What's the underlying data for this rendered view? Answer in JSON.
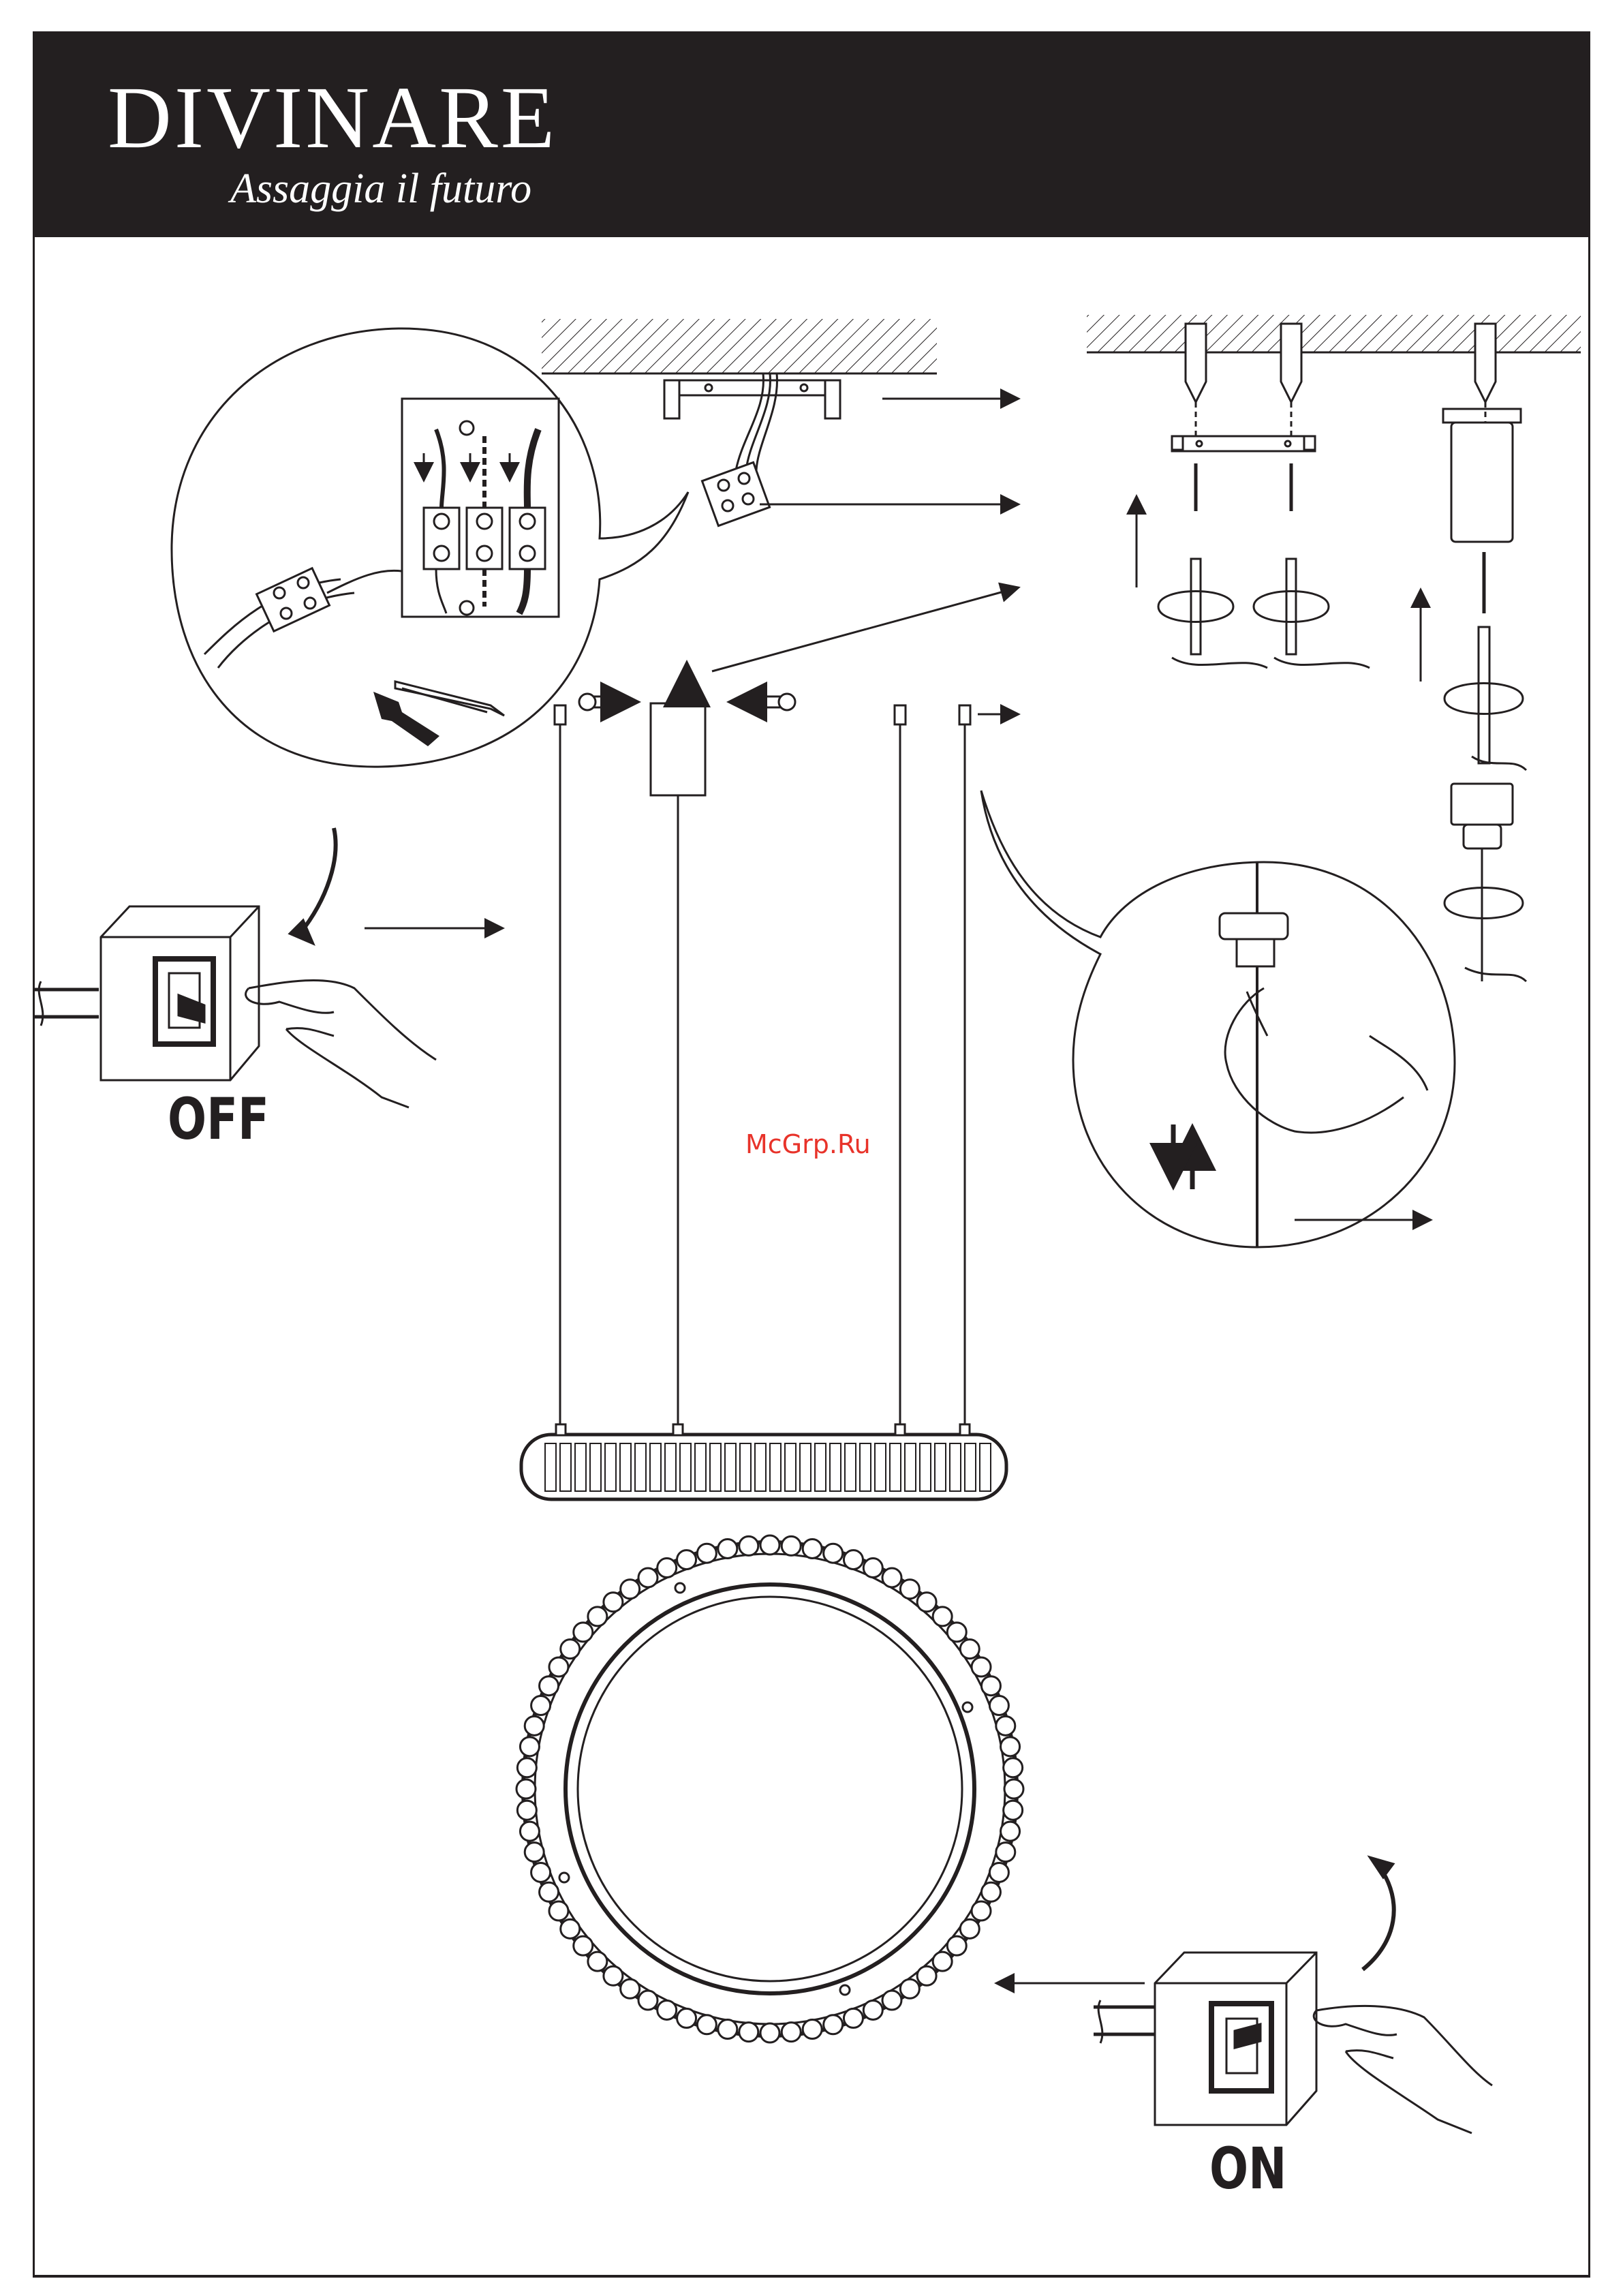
{
  "brand": {
    "name": "DIVINARE",
    "tagline": "Assaggia il futuro"
  },
  "labels": {
    "switch_off": "OFF",
    "switch_on": "ON"
  },
  "watermark": "McGrp.Ru",
  "colors": {
    "header_bg": "#231f20",
    "line": "#231f20",
    "watermark": "#e8332a"
  },
  "icons": [
    "wall-switch-icon",
    "hand-icon",
    "arrow-icon",
    "screw-icon",
    "terminal-block-icon",
    "wall-anchor-icon",
    "screwdriver-icon",
    "ring-lamp-icon"
  ]
}
